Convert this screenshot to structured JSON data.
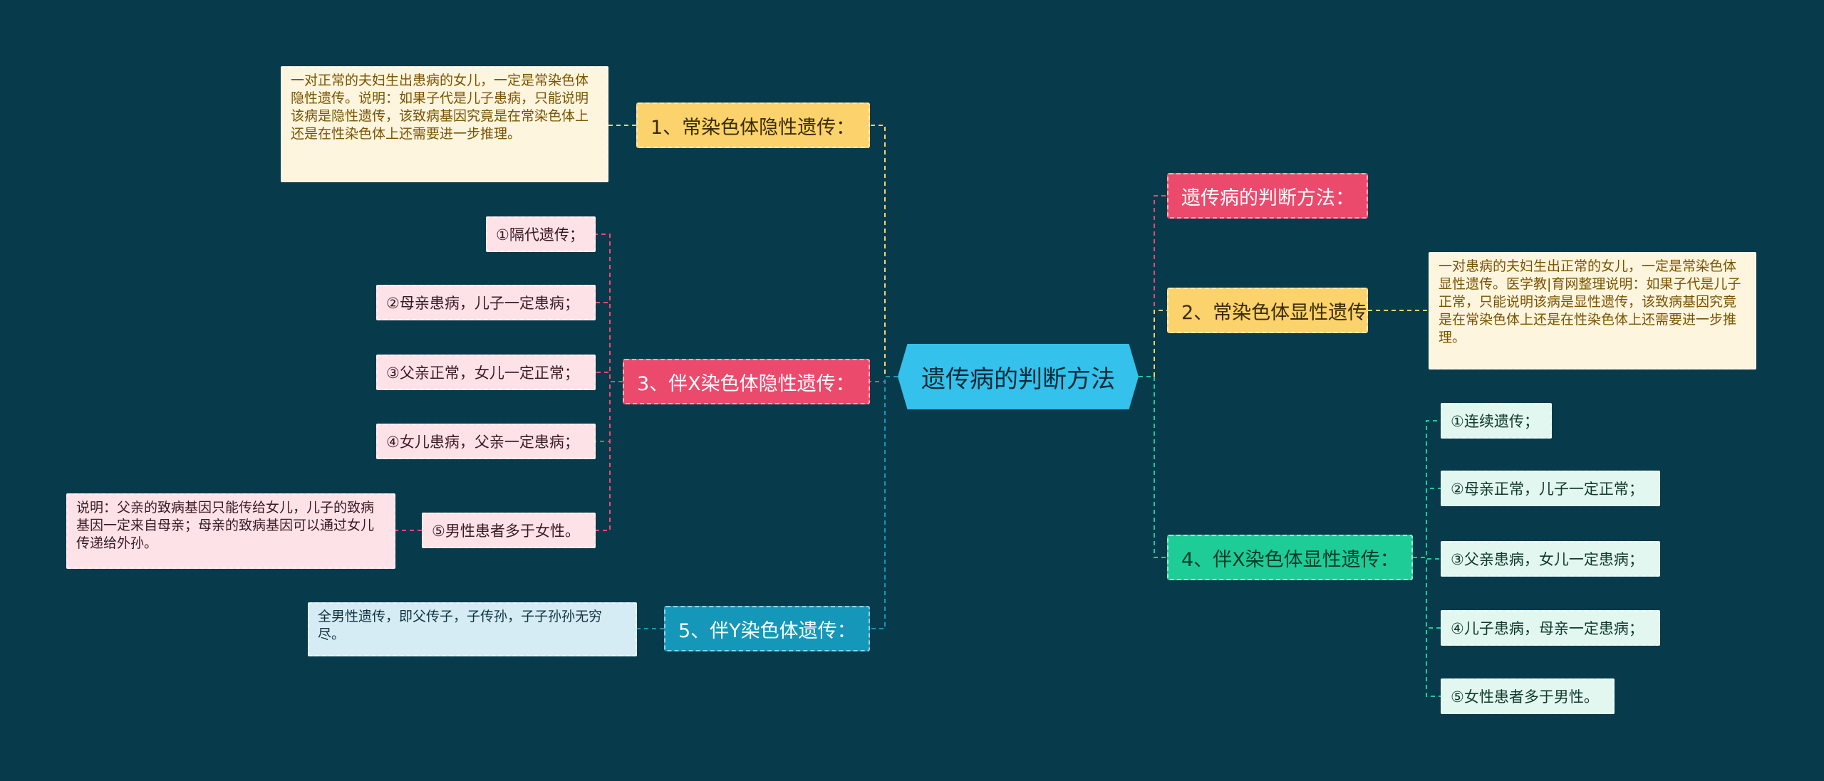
{
  "colors": {
    "background": "#073a4b",
    "center": "#34c1ec",
    "yellow": "#fcd26c",
    "red": "#ec4a6d",
    "blue": "#1497b9",
    "green": "#1ecc97"
  },
  "center": {
    "title": "遗传病的判断方法"
  },
  "branches": {
    "b1": {
      "label": "1、常染色体隐性遗传：",
      "note": "一对正常的夫妇生出患病的女儿，一定是常染色体隐性遗传。说明：如果子代是儿子患病，只能说明该病是隐性遗传，该致病基因究竟是在常染色体上还是在性染色体上还需要进一步推理。"
    },
    "b3": {
      "label": "3、伴X染色体隐性遗传：",
      "items": [
        "①隔代遗传；",
        "②母亲患病，儿子一定患病；",
        "③父亲正常，女儿一定正常；",
        "④女儿患病，父亲一定患病；",
        "⑤男性患者多于女性。"
      ],
      "item5_note": "说明：父亲的致病基因只能传给女儿，儿子的致病基因一定来自母亲；母亲的致病基因可以通过女儿传递给外孙。"
    },
    "b5": {
      "label": "5、伴Y染色体遗传：",
      "note": "全男性遗传，即父传子，子传孙，子子孙孙无穷尽。"
    },
    "r0": {
      "label": "遗传病的判断方法："
    },
    "b2": {
      "label": "2、常染色体显性遗传：",
      "note": "一对患病的夫妇生出正常的女儿，一定是常染色体显性遗传。医学教|育网整理说明：如果子代是儿子正常，只能说明该病是显性遗传，该致病基因究竟是在常染色体上还是在性染色体上还需要进一步推理。"
    },
    "b4": {
      "label": "4、伴X染色体显性遗传：",
      "items": [
        "①连续遗传；",
        "②母亲正常，儿子一定正常；",
        "③父亲患病，女儿一定患病；",
        "④儿子患病，母亲一定患病；",
        "⑤女性患者多于男性。"
      ]
    }
  }
}
